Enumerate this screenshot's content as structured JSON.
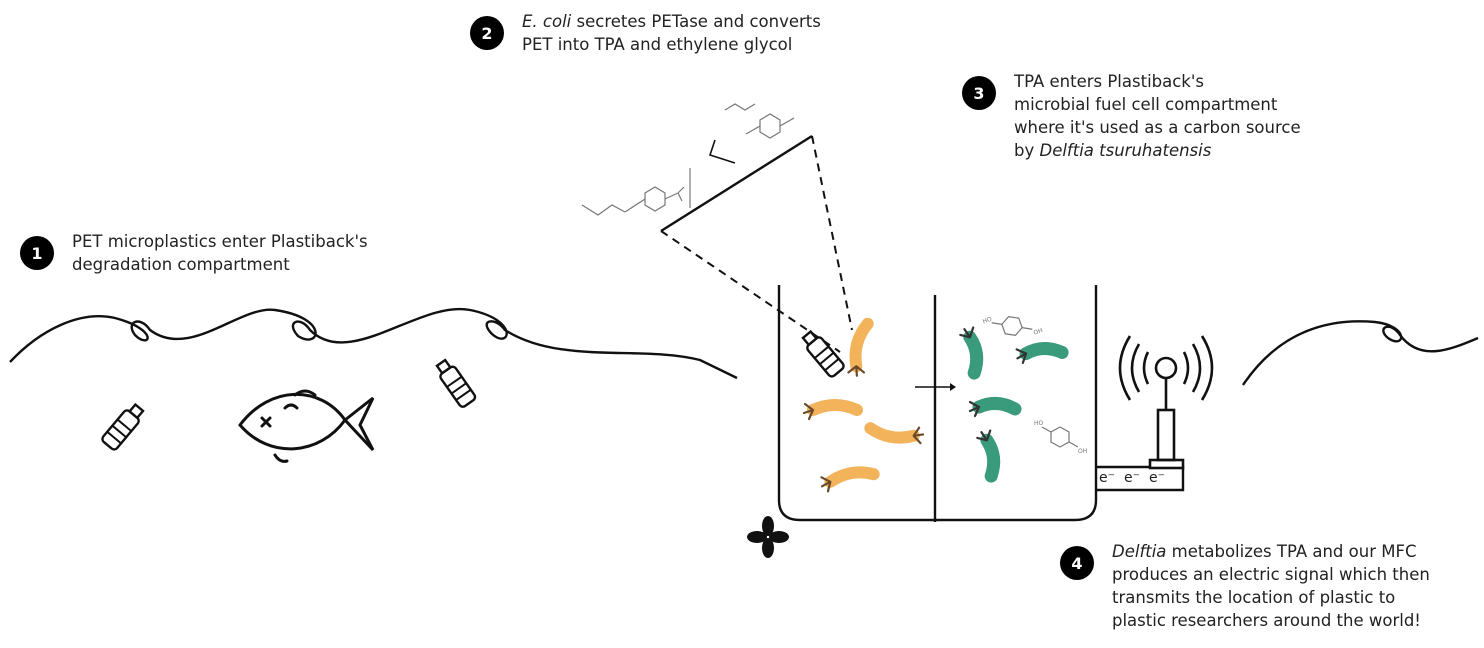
{
  "steps": [
    {
      "number": "1",
      "lines": [
        "PET microplastics enter Plastiback's",
        "degradation compartment"
      ]
    },
    {
      "number": "2",
      "italic_lead": "E. coli",
      "line1_rest": " secretes PETase and converts",
      "line2": "PET into TPA and ethylene glycol"
    },
    {
      "number": "3",
      "lines": [
        "TPA enters Plastiback's",
        "microbial fuel cell compartment",
        "where it's used as a carbon source"
      ],
      "line4_lead": "by ",
      "line4_italic": "Delftia tsuruhatensis"
    },
    {
      "number": "4",
      "italic_lead": "Delftia",
      "line1_rest": " metabolizes TPA and our MFC",
      "lines": [
        "produces an electric signal which then",
        "transmits the location of plastic to",
        "plastic researchers around the world!"
      ]
    }
  ],
  "electron_label": "e⁻",
  "colors": {
    "bacteria_orange": "#f2b35a",
    "bacteria_green": "#3a9a7c",
    "ink": "#111111"
  },
  "icons": [
    "bottle-icon",
    "fish-icon",
    "fan-icon",
    "antenna-icon",
    "molecule-icon",
    "bacterium-icon"
  ]
}
